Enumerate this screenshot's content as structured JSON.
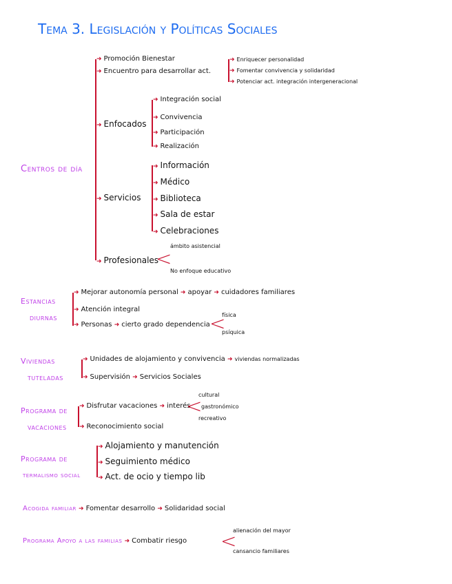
{
  "title": "Tema 3. Legislación y Políticas Sociales",
  "colors": {
    "title": "#1e6cf0",
    "heading": "#c040e8",
    "arrow": "#c8102e",
    "text": "#111111"
  },
  "centros": {
    "label": "Centros de día",
    "items": [
      "Promoción Bienestar",
      "Encuentro para desarrollar act.",
      "Enfocados",
      "Servicios",
      "Profesionales"
    ],
    "encuentro": [
      "Enriquecer personalidad",
      "Fomentar convivencia y solidaridad",
      "Potenciar act. integración intergeneracional"
    ],
    "enfocados": [
      "Integración social",
      "Convivencia",
      "Participación",
      "Realización"
    ],
    "servicios": [
      "Información",
      "Médico",
      "Biblioteca",
      "Sala de estar",
      "Celebraciones"
    ],
    "profesionales": [
      "ámbito asistencial",
      "No enfoque educativo"
    ]
  },
  "estancias": {
    "label1": "Estancias",
    "label2": "diurnas",
    "items": [
      "Mejorar autonomía personal",
      "apoyar",
      "cuidadores familiares",
      "Atención integral",
      "Personas",
      "cierto grado dependencia"
    ],
    "dependencia": [
      "física",
      "psíquica"
    ]
  },
  "viviendas": {
    "label1": "Viviendas",
    "label2": "tuteladas",
    "items": [
      "Unidades de alojamiento y convivencia",
      "viviendas normalizadas",
      "Supervisión",
      "Servicios Sociales"
    ]
  },
  "vacaciones": {
    "label1": "Programa de",
    "label2": "vacaciones",
    "items": [
      "Disfrutar vacaciones",
      "interés",
      "Reconocimiento social"
    ],
    "interes": [
      "cultural",
      "gastronómico",
      "recreativo"
    ]
  },
  "termalismo": {
    "label1": "Programa de",
    "label2": "termalismo social",
    "items": [
      "Alojamiento y manutención",
      "Seguimiento médico",
      "Act. de ocio y tiempo lib"
    ]
  },
  "acogida": {
    "label": "Acogida familiar",
    "items": [
      "Fomentar desarrollo",
      "Solidaridad social"
    ]
  },
  "apoyo": {
    "label": "Programa Apoyo a las familias",
    "items": [
      "Combatir riesgo"
    ],
    "riesgo": [
      "alienación del mayor",
      "cansancio familiares"
    ]
  }
}
